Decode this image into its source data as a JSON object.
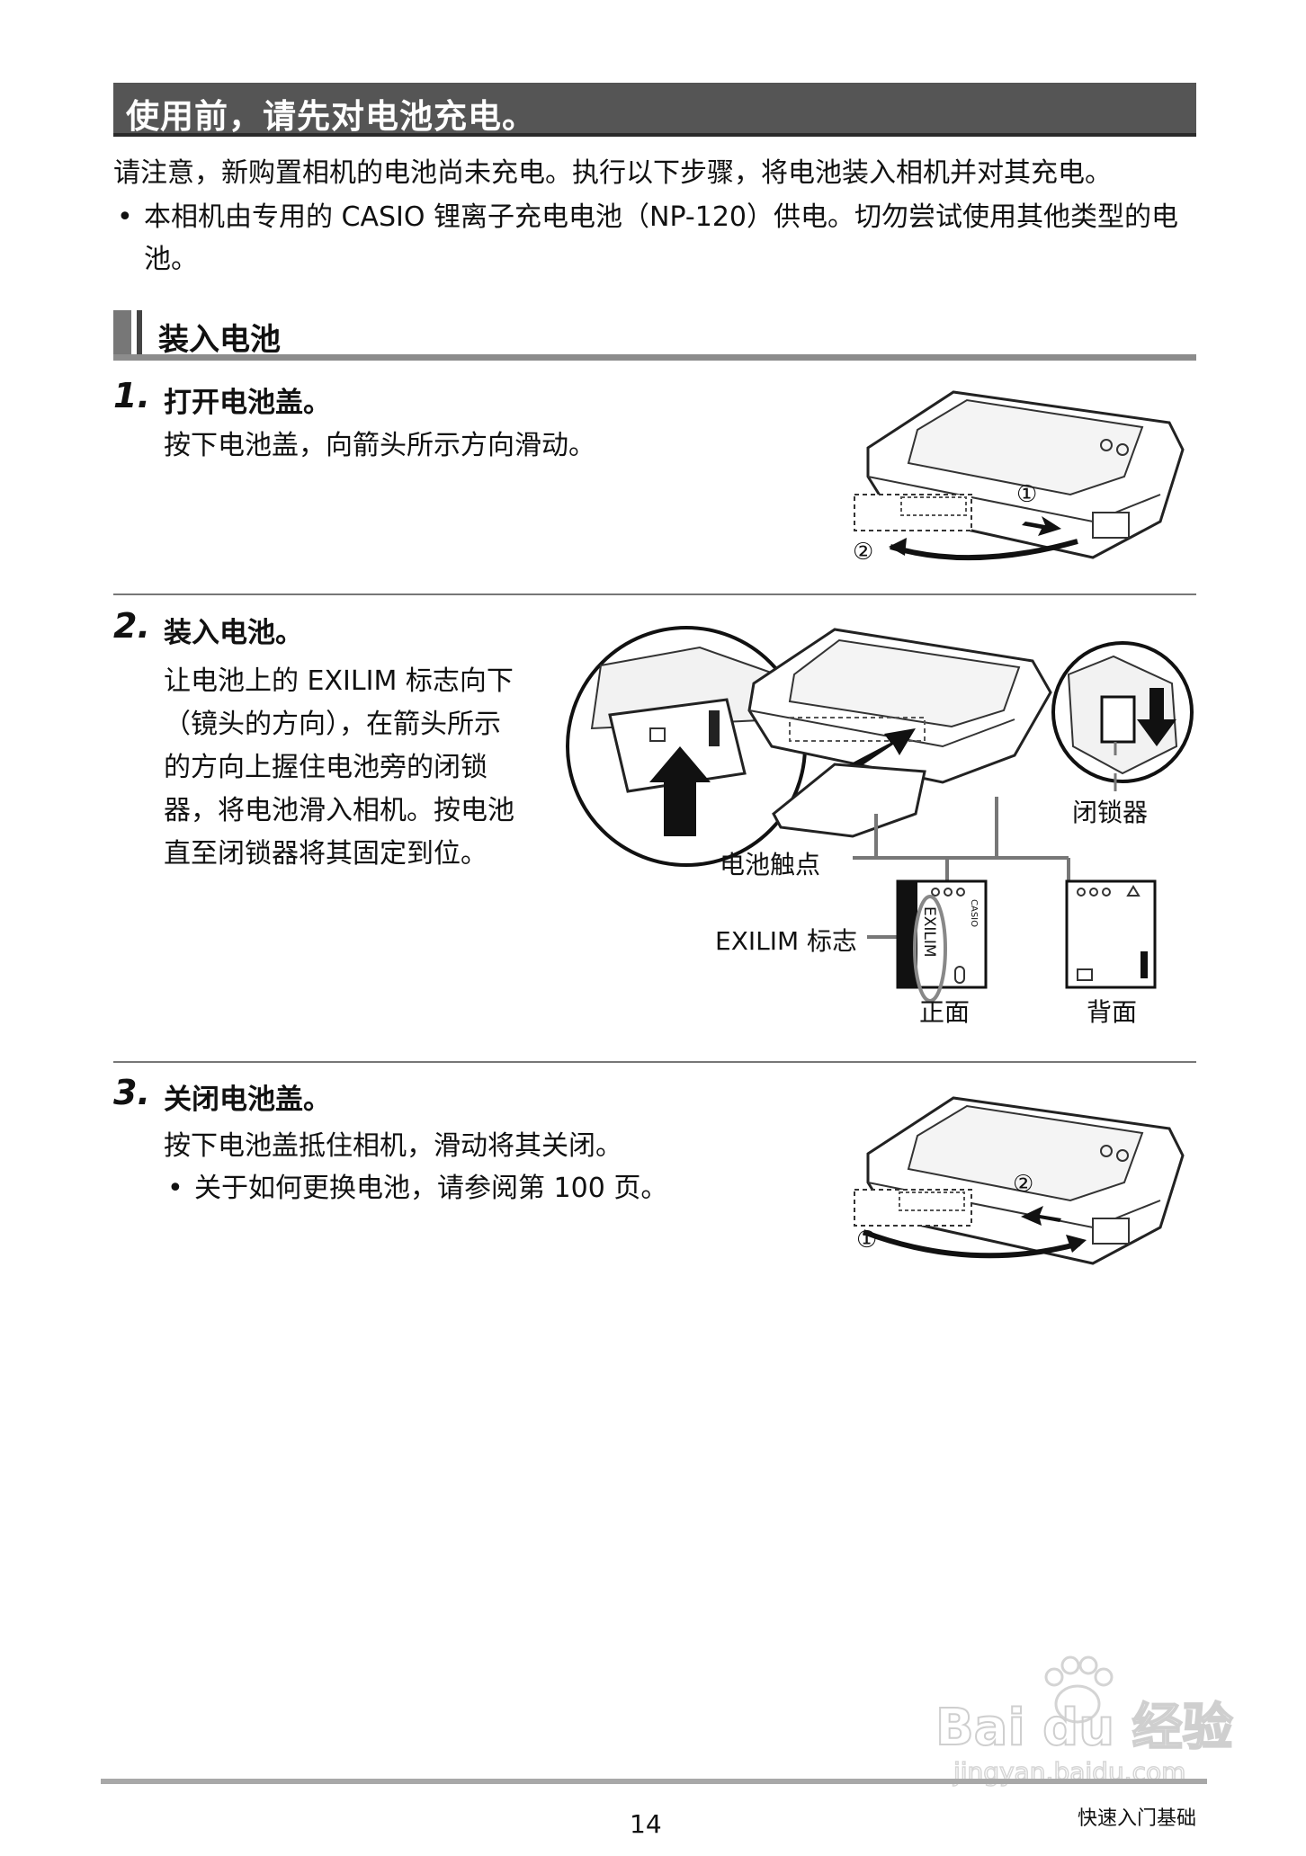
{
  "banner": {
    "title": "使用前，请先对电池充电。"
  },
  "intro": {
    "line1": "请注意，新购置相机的电池尚未充电。执行以下步骤，将电池装入相机并对其充电。",
    "bullet": "•",
    "bullet_line1": "本相机由专用的 CASIO 锂离子充电电池（NP-120）供电。切勿尝试使用其他类型的电",
    "bullet_line2": "池。"
  },
  "section": {
    "title": "装入电池"
  },
  "steps": [
    {
      "num": "1.",
      "title": "打开电池盖。",
      "body": "按下电池盖，向箭头所示方向滑动。",
      "markers": [
        "①",
        "②"
      ]
    },
    {
      "num": "2.",
      "title": "装入电池。",
      "body": [
        "让电池上的 EXILIM 标志向下",
        "（镜头的方向），在箭头所示",
        "的方向上握住电池旁的闭锁",
        "器，将电池滑入相机。按电池",
        "直至闭锁器将其固定到位。"
      ],
      "callouts": {
        "latch": "闭锁器",
        "contacts": "电池触点",
        "logo": "EXILIM 标志",
        "front": "正面",
        "back": "背面"
      },
      "battery_text": {
        "brand": "CASIO",
        "logo": "EXILIM"
      }
    },
    {
      "num": "3.",
      "title": "关闭电池盖。",
      "body": "按下电池盖抵住相机，滑动将其关闭。",
      "bullet": "•",
      "bullet_text": "关于如何更换电池，请参阅第 100 页。",
      "markers": [
        "②",
        "①"
      ]
    }
  ],
  "watermark": {
    "brand": "Bai du 经验",
    "url": "jingyan.baidu.com"
  },
  "footer": {
    "page_number": "14",
    "section_label": "快速入门基础"
  }
}
